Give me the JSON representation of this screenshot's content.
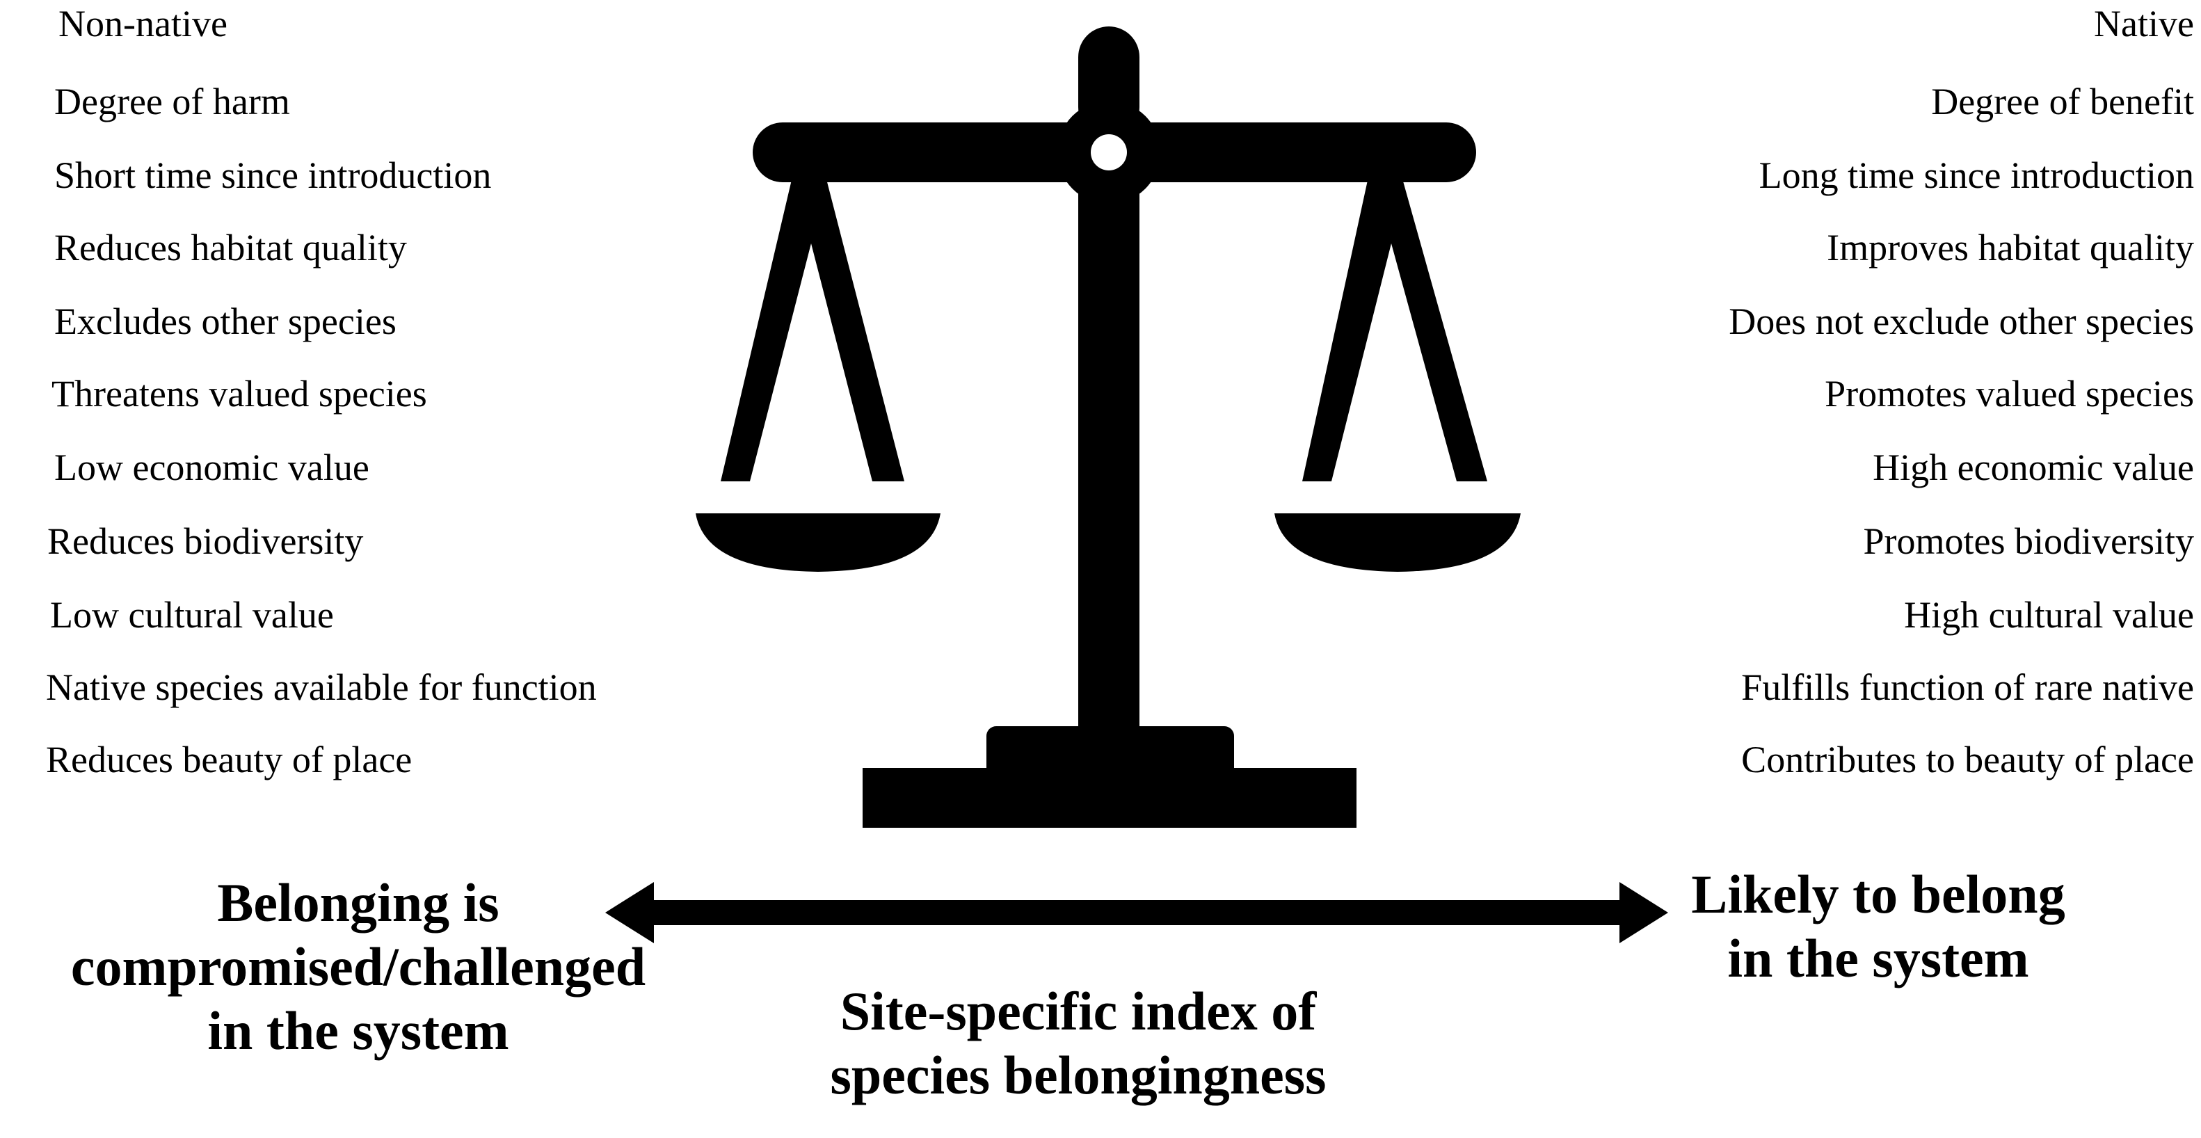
{
  "left_factors": [
    "Non-native",
    "Degree of harm",
    "Short time since introduction",
    "Reduces habitat quality",
    "Excludes other species",
    "Threatens valued species",
    "Low economic value",
    "Reduces biodiversity",
    "Low cultural value",
    "Native species available for function",
    "Reduces beauty of place"
  ],
  "right_factors": [
    "Native",
    "Degree of benefit",
    "Long time since introduction",
    "Improves habitat quality",
    "Does not exclude other species",
    "Promotes valued species",
    "High economic value",
    "Promotes biodiversity",
    "High cultural value",
    "Fulfills function of rare native",
    "Contributes to beauty of place"
  ],
  "left_outcome": [
    "Belonging is",
    "compromised/challenged",
    "in the system"
  ],
  "right_outcome": [
    "Likely to belong",
    "in the system"
  ],
  "index_label": [
    "Site-specific index of",
    "species belongingness"
  ],
  "icons": {
    "scale": "balance-scale-icon",
    "arrow": "double-headed-arrow-icon"
  },
  "colors": {
    "ink": "#000000",
    "background": "#ffffff"
  }
}
